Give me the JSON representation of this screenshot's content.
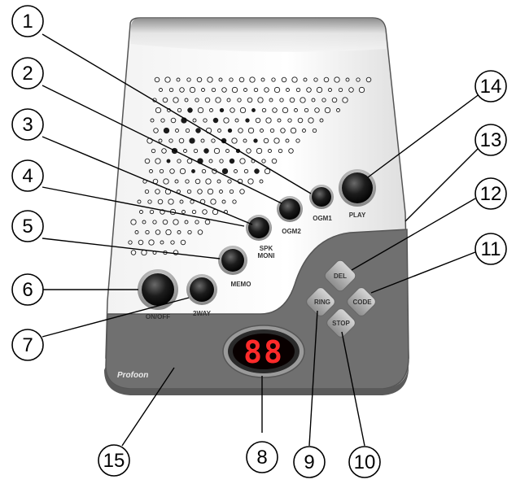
{
  "device": {
    "brand": "Profoon",
    "display": "88"
  },
  "buttons": {
    "ogm1": "OGM1",
    "play": "PLAY",
    "ogm2": "OGM2",
    "spk": "SPK",
    "moni": "MONI",
    "memo": "MEMO",
    "on_off": "ON/OFF",
    "two_way": "2WAY",
    "del": "DEL",
    "ring": "RING",
    "code": "CODE",
    "stop": "STOP"
  },
  "callouts": [
    "1",
    "2",
    "3",
    "4",
    "5",
    "6",
    "7",
    "8",
    "9",
    "10",
    "11",
    "12",
    "13",
    "14",
    "15"
  ]
}
